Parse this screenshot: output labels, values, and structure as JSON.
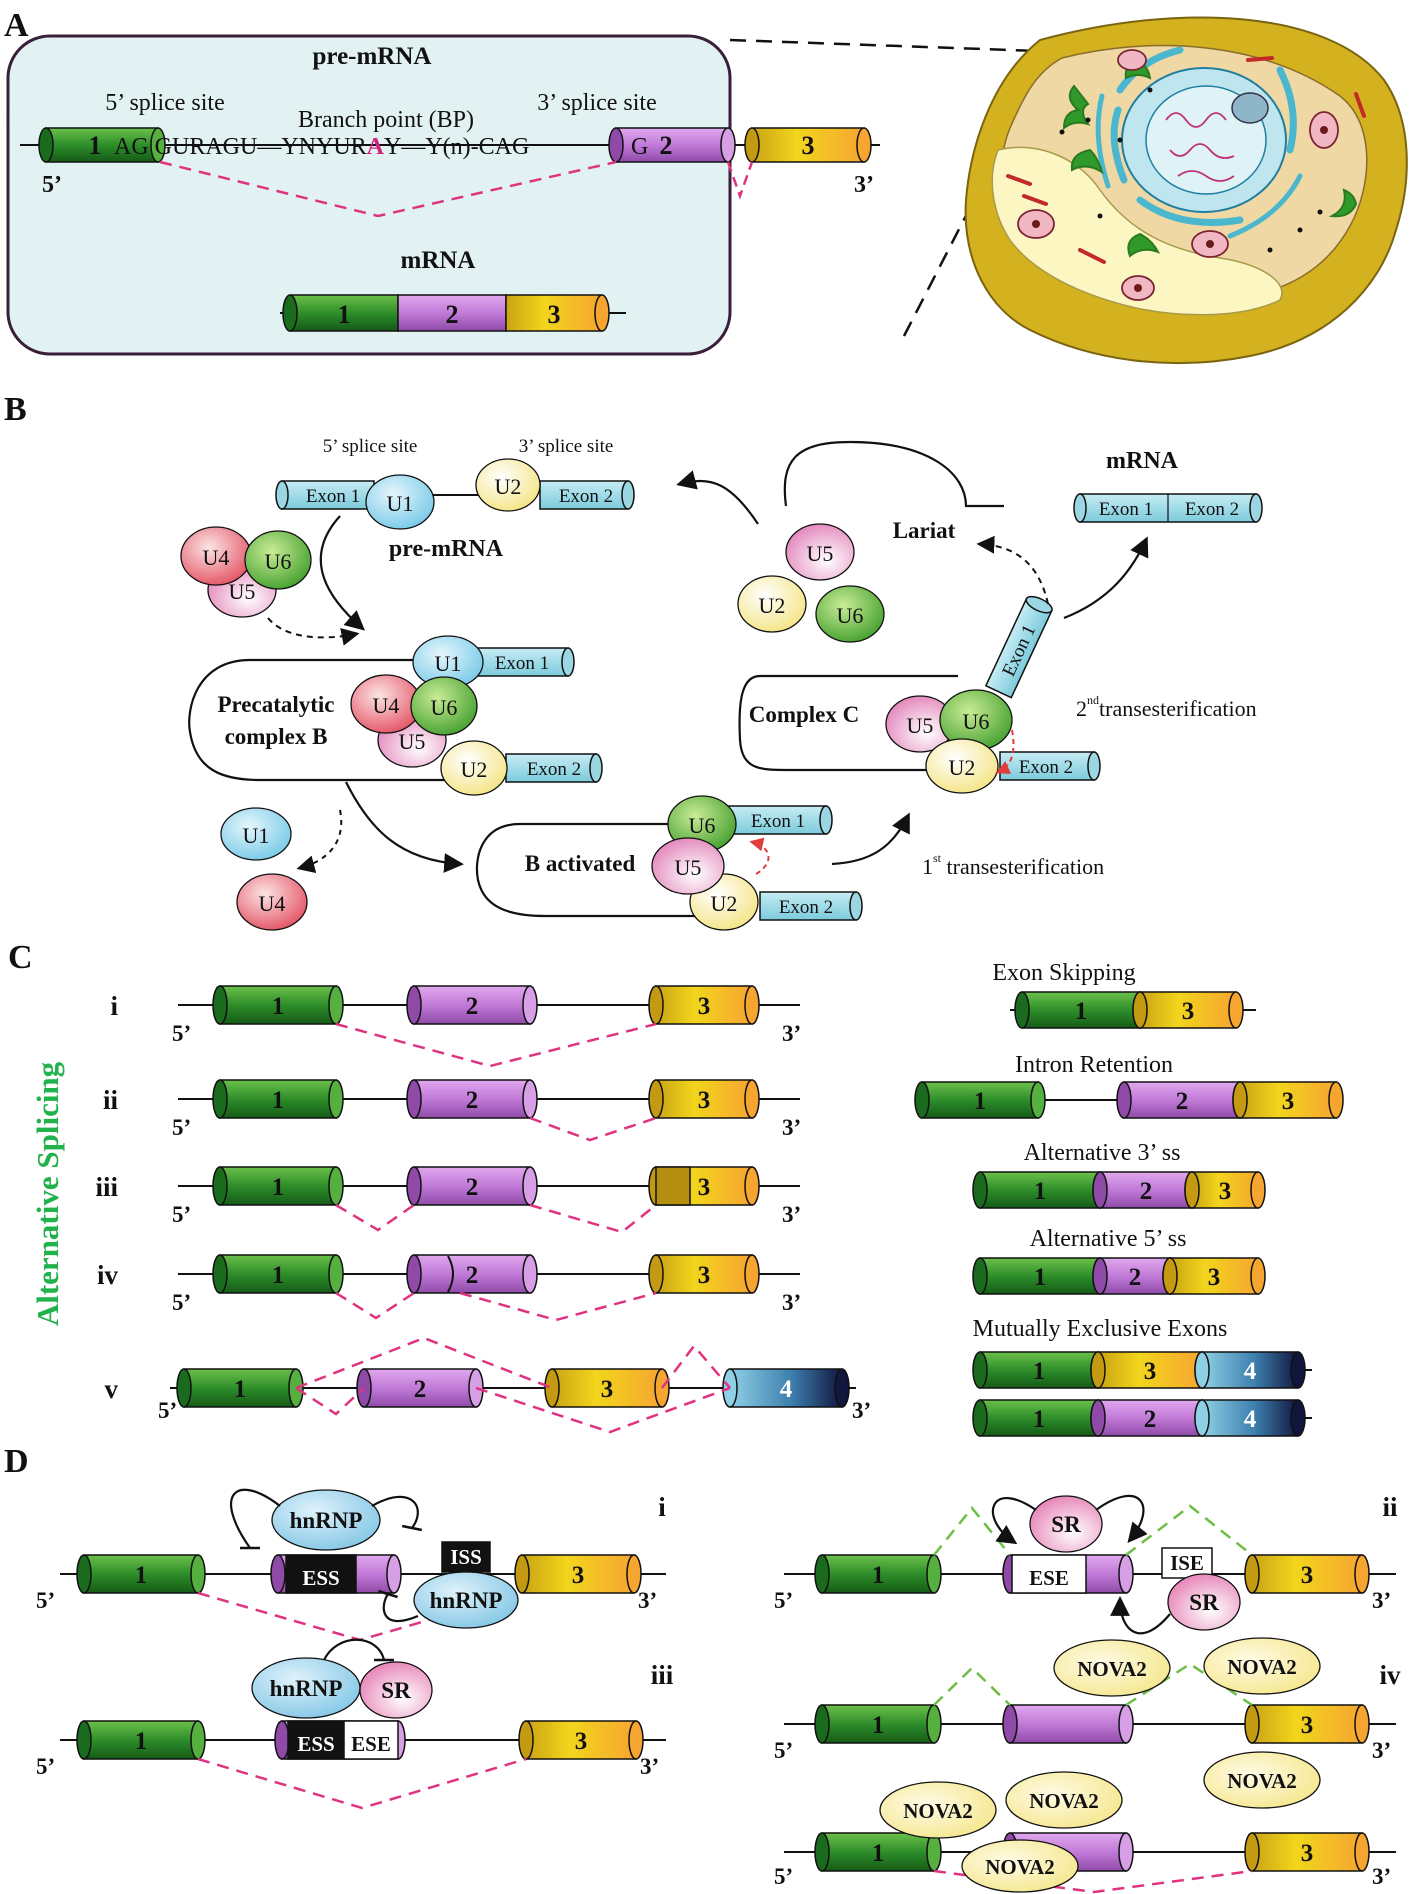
{
  "panels": {
    "A": "A",
    "B": "B",
    "C": "C",
    "D": "D"
  },
  "panelA": {
    "pre_mrna_title": "pre-mRNA",
    "site5_label": "5’ splice site",
    "branch_label": "Branch point (BP)",
    "site3_label": "3’ splice site",
    "seq_start": "AG GURAGU—YNYUR",
    "seq_branch_a": "A",
    "seq_end": "Y—Y(n)-CAG",
    "exon1": "1",
    "exon2_g": "G",
    "exon2": "2",
    "exon3": "3",
    "end5": "5’",
    "end3": "3’",
    "mrna_title": "mRNA",
    "mrna_exons": [
      "1",
      "2",
      "3"
    ]
  },
  "panelB": {
    "site5_label": "5’ splice site",
    "site3_label": "3’ splice site",
    "exon1": "Exon 1",
    "exon2": "Exon 2",
    "pre_mrna": "pre-mRNA",
    "lariat": "Lariat",
    "mrna": "mRNA",
    "precatalytic_line1": "Precatalytic",
    "precatalytic_line2": "complex B",
    "complex_c": "Complex C",
    "b_activated": "B activated",
    "first_trans_num": "1",
    "first_trans_sup": "st",
    "first_trans_text": " transesterification",
    "second_trans_num": "2",
    "second_trans_sup": "nd",
    "second_trans_text": "transesterification",
    "snrnps": {
      "u1": "U1",
      "u2": "U2",
      "u4": "U4",
      "u5": "U5",
      "u6": "U6"
    }
  },
  "panelC": {
    "side_label": "Alternative Splicing",
    "rows": [
      "i",
      "ii",
      "iii",
      "iv",
      "v"
    ],
    "end5": "5’",
    "end3": "3’",
    "exons": [
      "1",
      "2",
      "3",
      "4"
    ],
    "results": [
      "Exon Skipping",
      "Intron Retention",
      "Alternative 3’ ss",
      "Alternative 5’ ss",
      "Mutually Exclusive Exons"
    ]
  },
  "panelD": {
    "rows": [
      "i",
      "ii",
      "iii",
      "iv"
    ],
    "hnrnp": "hnRNP",
    "sr": "SR",
    "ess": "ESS",
    "iss": "ISS",
    "ese": "ESE",
    "ise": "ISE",
    "nova2": "NOVA2",
    "end5": "5’",
    "end3": "3’",
    "exons": [
      "1",
      "3"
    ]
  },
  "colors": {
    "exon1": "#2f8f2a",
    "exon2": "#c27ad8",
    "exon3": "#f0d21e",
    "exon4": "#5aa8c8",
    "splice_line": "#e0337f",
    "green_splice": "#6cbe45",
    "panel_a_bg": "#e2f2f3",
    "cyan_exon": "#9bd6e3"
  }
}
